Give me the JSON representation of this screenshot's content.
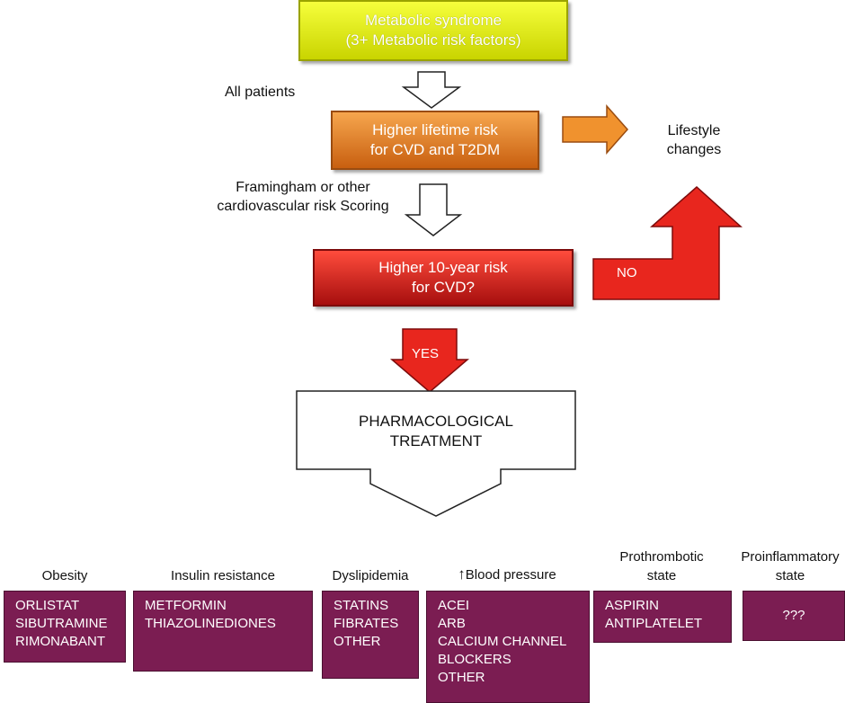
{
  "flow": {
    "metabolic_syndrome": {
      "line1": "Metabolic syndrome",
      "line2": "(3+ Metabolic risk factors)"
    },
    "all_patients": "All patients",
    "lifetime_risk": {
      "line1": "Higher lifetime risk",
      "line2": "for CVD and T2DM"
    },
    "lifestyle_changes": {
      "line1": "Lifestyle",
      "line2": "changes"
    },
    "scoring": {
      "line1": "Framingham or other",
      "line2": "cardiovascular risk Scoring"
    },
    "ten_year_risk": {
      "line1": "Higher 10-year risk",
      "line2": "for CVD?"
    },
    "no_label": "NO",
    "yes_label": "YES",
    "pharma": {
      "line1": "PHARMACOLOGICAL",
      "line2": "TREATMENT"
    }
  },
  "colors": {
    "yellow_box": "#e6f01e",
    "orange_box": "#e58a30",
    "red_box": "#d8261e",
    "red_arrow": "#e8261e",
    "drug_box": "#7b1d52"
  },
  "categories": [
    {
      "label": "Obesity",
      "drugs": [
        "ORLISTAT",
        "SIBUTRAMINE",
        "RIMONABANT"
      ]
    },
    {
      "label": "Insulin resistance",
      "drugs": [
        "METFORMIN",
        "THIAZOLINEDIONES"
      ]
    },
    {
      "label": "Dyslipidemia",
      "drugs": [
        "STATINS",
        "FIBRATES",
        "OTHER"
      ]
    },
    {
      "label_arrow": "↑",
      "label": "Blood pressure",
      "drugs": [
        "ACEI",
        "ARB",
        "CALCIUM CHANNEL",
        "BLOCKERS",
        "OTHER"
      ]
    },
    {
      "label": "Prothrombotic",
      "label2": "state",
      "drugs": [
        "ASPIRIN",
        "ANTIPLATELET"
      ]
    },
    {
      "label": "Proinflammatory",
      "label2": "state",
      "drugs": [
        "???"
      ]
    }
  ]
}
